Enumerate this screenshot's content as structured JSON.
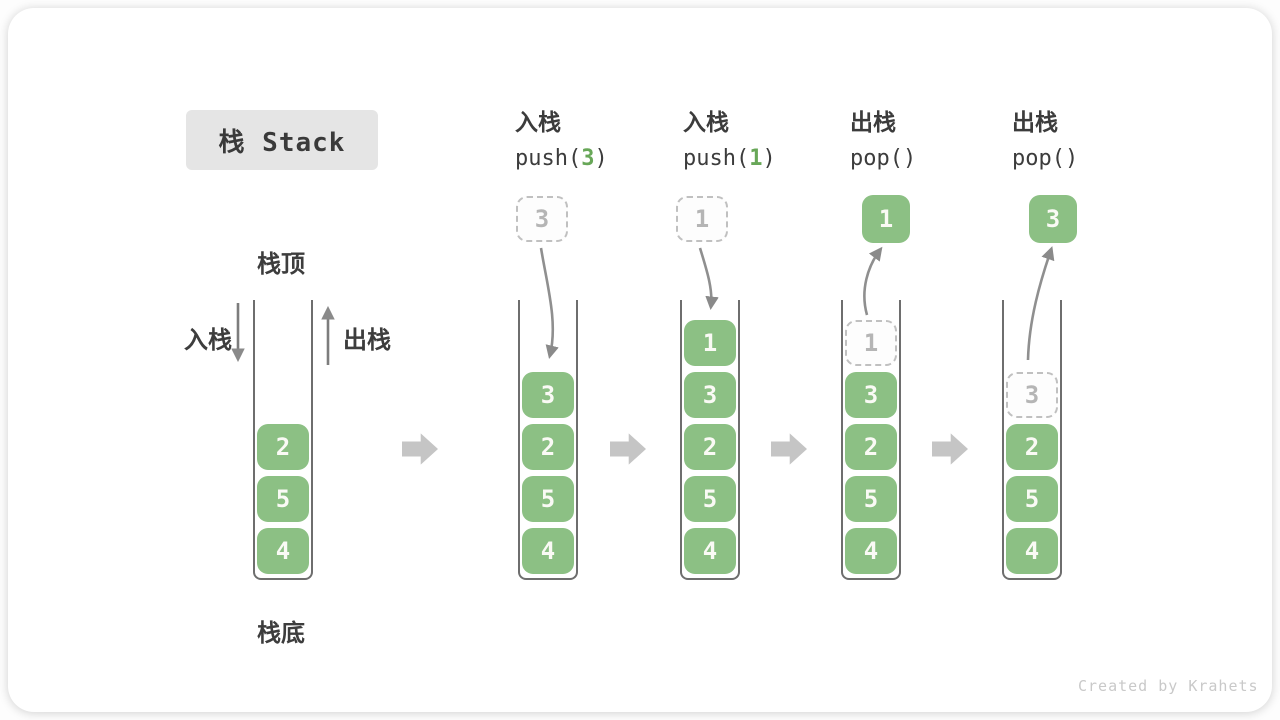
{
  "title": "栈 Stack",
  "labels": {
    "stack_top": "栈顶",
    "stack_bottom": "栈底",
    "push_side": "入栈",
    "pop_side": "出栈"
  },
  "headers": [
    {
      "line1": "入栈",
      "pre": "push(",
      "arg": "3",
      "post": ")"
    },
    {
      "line1": "入栈",
      "pre": "push(",
      "arg": "1",
      "post": ")"
    },
    {
      "line1": "出栈",
      "pre": "pop(",
      "arg": "",
      "post": ")"
    },
    {
      "line1": "出栈",
      "pre": "pop(",
      "arg": "",
      "post": ")"
    }
  ],
  "stacks": [
    {
      "elements": [
        "2",
        "5",
        "4"
      ]
    },
    {
      "floating": "3",
      "elements": [
        "3",
        "2",
        "5",
        "4"
      ]
    },
    {
      "floating": "1",
      "elements": [
        "1",
        "3",
        "2",
        "5",
        "4"
      ]
    },
    {
      "floating": "1",
      "ghost": "1",
      "elements": [
        "3",
        "2",
        "5",
        "4"
      ]
    },
    {
      "floating": "3",
      "ghost": "3",
      "elements": [
        "2",
        "5",
        "4"
      ]
    }
  ],
  "footer": "Created by Krahets",
  "colors": {
    "element_green": "#8cc084",
    "arg_green": "#68a758",
    "arrow_gray": "#8f8f8f",
    "block_arrow_gray": "#c5c5c5",
    "title_bg": "#e5e5e5",
    "text_dark": "#3c3c3c",
    "ghost_border": "#c0c0c0"
  }
}
